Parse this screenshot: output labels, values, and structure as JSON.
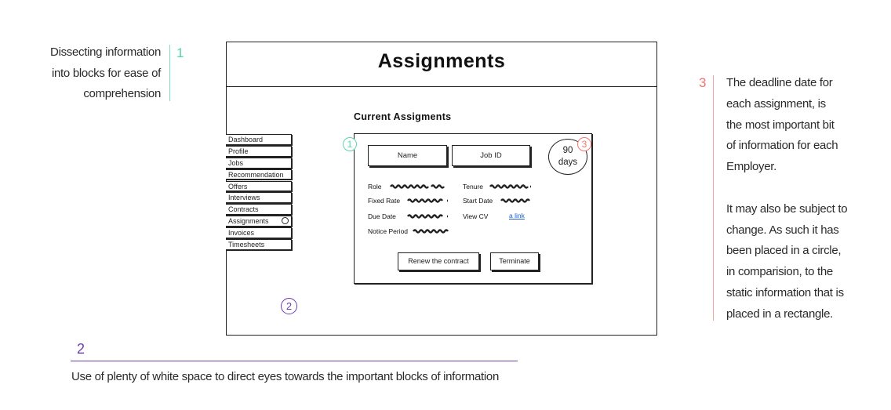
{
  "annotations": {
    "one": {
      "number": "1",
      "lines": [
        "Dissecting information",
        "into blocks for ease of",
        "comprehension"
      ]
    },
    "two": {
      "number": "2",
      "text": "Use of plenty of white space to direct eyes towards the important blocks of information"
    },
    "three": {
      "number": "3",
      "paragraph1": [
        "The deadline date for",
        "each assignment, is",
        "the most important bit",
        "of information for each",
        "Employer."
      ],
      "paragraph2": [
        "It may also be subject to",
        "change. As such it has",
        "been placed in a circle,",
        "in comparision, to the",
        "static information that is",
        "placed in a rectangle."
      ]
    }
  },
  "wireframe": {
    "title": "Assignments",
    "sidebar": [
      {
        "label": "Dashboard",
        "selected": false
      },
      {
        "label": "Profile",
        "selected": false
      },
      {
        "label": "Jobs",
        "selected": false
      },
      {
        "label": "Recommendation",
        "selected": false
      },
      {
        "label": "Offers",
        "selected": false
      },
      {
        "label": "Interviews",
        "selected": false
      },
      {
        "label": "Contracts",
        "selected": false
      },
      {
        "label": "Assignments",
        "selected": true
      },
      {
        "label": "Invoices",
        "selected": false
      },
      {
        "label": "Timesheets",
        "selected": false
      }
    ],
    "section_title": "Current Assigments",
    "card": {
      "name_label": "Name",
      "job_id_label": "Job ID",
      "deadline": {
        "value": "90",
        "unit": "days"
      },
      "fields": {
        "role": "Role",
        "fixed_rate": "Fixed Rate",
        "due_date": "Due Date",
        "notice_period": "Notice Period",
        "tenure": "Tenure",
        "start_date": "Start Date",
        "view_cv": "View CV",
        "cv_link": "a link"
      },
      "renew_button": "Renew the contract",
      "terminate_button": "Terminate"
    },
    "markers": {
      "one": "1",
      "two": "2",
      "three": "3"
    }
  },
  "colors": {
    "annotation_one": "#4fd6a6",
    "annotation_two": "#6a3fb0",
    "annotation_three": "#f07575",
    "link": "#1a5bd6"
  }
}
